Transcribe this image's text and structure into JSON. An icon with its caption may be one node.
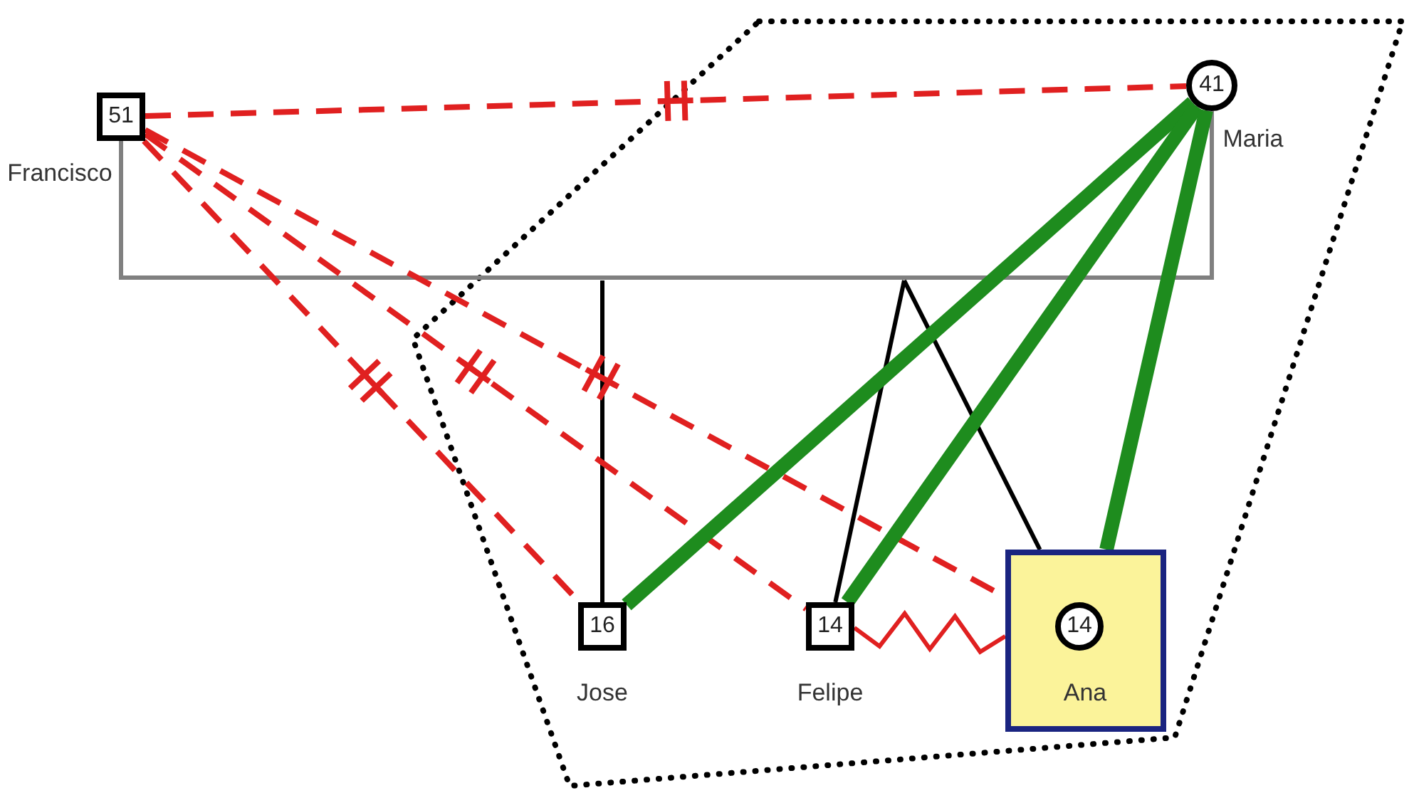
{
  "diagram": {
    "nodes": [
      {
        "text": [
          "51"
        ],
        "beside": [
          "Francisco"
        ]
      },
      {
        "text": [
          "41"
        ],
        "beside": [
          "Maria"
        ]
      },
      {
        "text": [
          "16"
        ],
        "beside": [
          "Jose"
        ]
      },
      {
        "text": [
          "14"
        ],
        "beside": [
          "Felipe"
        ]
      },
      {
        "text": [],
        "shape": "box"
      },
      {
        "text": [
          "14"
        ],
        "beside": [
          "Ana"
        ],
        "in": 4
      }
    ],
    "edges": [
      {
        "from": 0,
        "to": 1,
        "arrow": "none",
        "color": "#808080"
      },
      {
        "from": null,
        "to": 2,
        "arrow": "none",
        "color": "#000000"
      },
      {
        "from": null,
        "to": 3,
        "arrow": "none",
        "color": "#000000"
      },
      {
        "from": null,
        "to": 4,
        "arrow": "none",
        "color": "#000000"
      },
      {
        "from": 0,
        "to": 1,
        "arrow": "none",
        "style": "dashed"
      },
      {
        "from": 0,
        "to": 2,
        "arrow": "none",
        "style": "dashed"
      },
      {
        "from": 0,
        "to": 3,
        "arrow": "none",
        "style": "dashed"
      },
      {
        "from": 0,
        "to": 4,
        "arrow": "none",
        "style": "dashed"
      },
      {
        "from": 1,
        "to": 2,
        "arrow": "none",
        "style": "thick",
        "color": "#1e8c1e"
      },
      {
        "from": 1,
        "to": 3,
        "arrow": "none",
        "style": "thick",
        "color": "#1e8c1e"
      },
      {
        "from": 1,
        "to": 4,
        "arrow": "none",
        "style": "thick",
        "color": "#1e8c1e"
      },
      {
        "from": 3,
        "to": 4,
        "arrow": "none"
      }
    ]
  }
}
